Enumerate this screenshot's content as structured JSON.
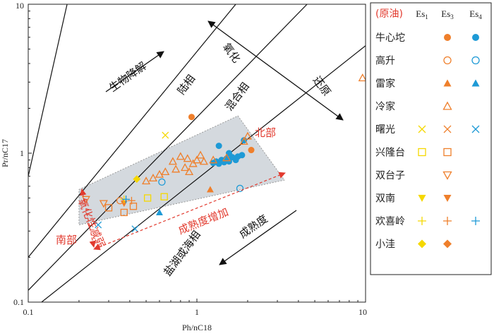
{
  "chart_data": {
    "type": "scatter",
    "x_scale": "log",
    "y_scale": "log",
    "xlim": [
      0.1,
      10
    ],
    "ylim": [
      0.1,
      10
    ],
    "xlabel": "Ph/nC18",
    "ylabel": "Pr/nC17",
    "x_ticks": [
      "0.1",
      "1",
      "10"
    ],
    "y_ticks": [
      "0.1",
      "1",
      "10"
    ],
    "legend_title": "(原油)",
    "legend_columns": [
      "Es1",
      "Es3",
      "Es4"
    ],
    "colors": {
      "Es1": "#f5d800",
      "Es3": "#ef7f2b",
      "Es4": "#1e9ad6",
      "red": "#e23a2e",
      "zone": "#c9cfd6"
    },
    "region_labels": [
      "生物降解",
      "陆相",
      "混合相",
      "氧化",
      "还原",
      "盐湖或海相",
      "成熟度",
      "北部",
      "南部",
      "氧化性减弱",
      "成熟度增加"
    ],
    "legend": [
      {
        "name": "牛心坨",
        "Es3": "circle-filled",
        "Es4": "circle-filled"
      },
      {
        "name": "高升",
        "Es3": "circle-open",
        "Es4": "circle-open"
      },
      {
        "name": "雷家",
        "Es3": "triangle-filled",
        "Es4": "triangle-filled"
      },
      {
        "name": "冷家",
        "Es3": "triangle-open"
      },
      {
        "name": "曙光",
        "Es1": "x",
        "Es3": "x",
        "Es4": "x"
      },
      {
        "name": "兴隆台",
        "Es1": "square-open",
        "Es3": "square-open"
      },
      {
        "name": "双台子",
        "Es3": "triangle-down-open"
      },
      {
        "name": "双南",
        "Es1": "triangle-down-filled",
        "Es3": "triangle-down-filled"
      },
      {
        "name": "欢喜岭",
        "Es1": "plus",
        "Es3": "plus",
        "Es4": "plus"
      },
      {
        "name": "小洼",
        "Es1": "diamond-filled",
        "Es3": "diamond-filled"
      }
    ],
    "series": [
      {
        "field": "牛心坨",
        "member": "Es3",
        "marker": "circle-filled",
        "x": [
          0.93,
          2.1
        ],
        "y": [
          1.75,
          1.05
        ]
      },
      {
        "field": "牛心坨",
        "member": "Es4",
        "marker": "circle-filled",
        "x": [
          1.25,
          1.3,
          1.35,
          1.4,
          1.45,
          1.5,
          1.55,
          1.62,
          1.7,
          1.75,
          1.85,
          1.35,
          1.55,
          1.9
        ],
        "y": [
          0.86,
          0.88,
          0.85,
          0.9,
          0.87,
          0.92,
          0.88,
          0.94,
          0.9,
          0.95,
          0.97,
          1.12,
          1.0,
          1.22
        ]
      },
      {
        "field": "高升",
        "member": "Es3",
        "marker": "circle-open",
        "x": [
          0.35
        ],
        "y": [
          0.48
        ]
      },
      {
        "field": "高升",
        "member": "Es4",
        "marker": "circle-open",
        "x": [
          0.62,
          1.8
        ],
        "y": [
          0.64,
          0.58
        ]
      },
      {
        "field": "雷家",
        "member": "Es3",
        "marker": "triangle-filled",
        "x": [
          1.2
        ],
        "y": [
          0.57
        ]
      },
      {
        "field": "雷家",
        "member": "Es4",
        "marker": "triangle-filled",
        "x": [
          0.6
        ],
        "y": [
          0.4
        ]
      },
      {
        "field": "冷家",
        "member": "Es3",
        "marker": "triangle-open",
        "x": [
          0.6,
          0.65,
          0.72,
          0.8,
          0.85,
          0.9,
          0.95,
          1.0,
          0.75,
          0.88,
          1.05,
          1.1,
          1.25,
          1.5,
          1.9,
          2.0,
          0.55,
          0.5,
          9.6
        ],
        "y": [
          0.72,
          0.75,
          0.88,
          0.95,
          0.8,
          0.75,
          0.85,
          0.9,
          0.78,
          0.92,
          0.97,
          0.88,
          0.9,
          0.93,
          1.2,
          1.3,
          0.68,
          0.65,
          3.2
        ]
      },
      {
        "field": "曙光",
        "member": "Es1",
        "marker": "x",
        "x": [
          0.65
        ],
        "y": [
          1.32
        ]
      },
      {
        "field": "曙光",
        "member": "Es4",
        "marker": "x",
        "x": [
          0.26,
          0.43
        ],
        "y": [
          0.33,
          0.31
        ]
      },
      {
        "field": "兴隆台",
        "member": "Es1",
        "marker": "square-open",
        "x": [
          0.51,
          0.64
        ],
        "y": [
          0.5,
          0.51
        ]
      },
      {
        "field": "兴隆台",
        "member": "Es3",
        "marker": "square-open",
        "x": [
          0.3,
          0.37,
          0.42
        ],
        "y": [
          0.43,
          0.4,
          0.44
        ]
      },
      {
        "field": "双台子",
        "member": "Es3",
        "marker": "triangle-down-open",
        "x": [
          0.22,
          0.28
        ],
        "y": [
          0.49,
          0.46
        ]
      },
      {
        "field": "双南",
        "member": "Es3",
        "marker": "triangle-down-filled",
        "x": [
          0.37
        ],
        "y": [
          0.46
        ]
      },
      {
        "field": "欢喜岭",
        "member": "Es1",
        "marker": "plus",
        "x": [
          0.37
        ],
        "y": [
          0.49
        ]
      },
      {
        "field": "欢喜岭",
        "member": "Es3",
        "marker": "plus",
        "x": [
          0.41
        ],
        "y": [
          0.48
        ]
      },
      {
        "field": "欢喜岭",
        "member": "Es4",
        "marker": "plus",
        "x": [
          0.38
        ],
        "y": [
          0.49
        ]
      },
      {
        "field": "小洼",
        "member": "Es1",
        "marker": "diamond-filled",
        "x": [
          0.44
        ],
        "y": [
          0.67
        ]
      }
    ],
    "zone_polygon": {
      "x": [
        0.2,
        1.75,
        3.3,
        0.2
      ],
      "y": [
        0.57,
        1.78,
        0.66,
        0.33
      ]
    },
    "reference_lines": [
      {
        "x": [
          0.1,
          0.17
        ],
        "y": [
          0.7,
          10
        ]
      },
      {
        "x": [
          0.1,
          1.7
        ],
        "y": [
          0.2,
          10
        ]
      },
      {
        "x": [
          0.1,
          4.5
        ],
        "y": [
          0.12,
          10
        ]
      },
      {
        "x": [
          0.12,
          10.5
        ],
        "y": [
          0.1,
          5.5
        ]
      }
    ]
  }
}
